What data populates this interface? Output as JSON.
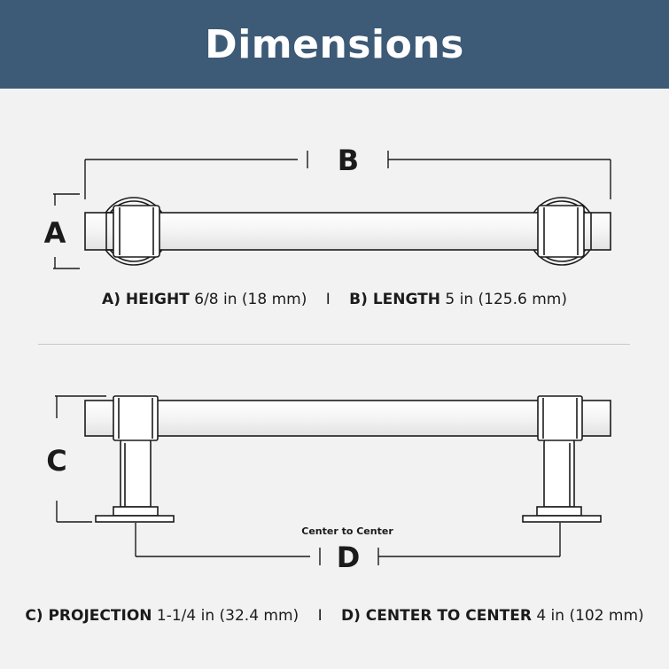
{
  "header": {
    "title": "Dimensions"
  },
  "top_view": {
    "label_a": "A",
    "label_b": "B"
  },
  "side_view": {
    "label_c": "C",
    "label_d": "D",
    "center_note": "Center to Center"
  },
  "captions": {
    "row1": [
      {
        "key": "A) HEIGHT",
        "value": "6/8 in (18 mm)"
      },
      {
        "key": "B) LENGTH",
        "value": "5 in (125.6 mm)"
      }
    ],
    "row2": [
      {
        "key": "C) PROJECTION",
        "value": "1-1/4 in (32.4 mm)"
      },
      {
        "key": "D) CENTER TO CENTER",
        "value": "4 in (102 mm)"
      }
    ],
    "separator": "I"
  },
  "colors": {
    "header_bg": "#3d5a76",
    "background": "#f1f2f1",
    "line": "#1b1b1b"
  }
}
